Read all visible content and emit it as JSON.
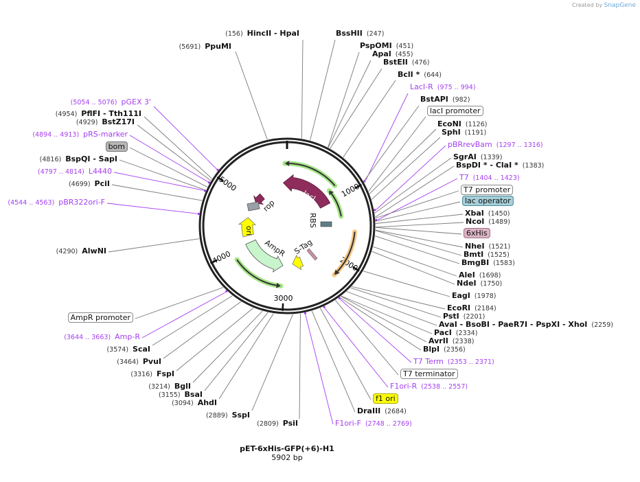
{
  "credit": {
    "prefix": "Created by",
    "brand": "SnapGene"
  },
  "map": {
    "title": "pET-6xHis-GFP(+6)-H1",
    "length": "5902 bp",
    "length_bp": 5902,
    "ticks": [
      "1000",
      "2000",
      "3000",
      "4000",
      "5000"
    ]
  },
  "inner_features": {
    "lacI": "lacI",
    "rop": "rop",
    "ori": "ori",
    "AmpR": "AmpR",
    "RBS": "RBS",
    "S_Tag": "S-Tag"
  },
  "colors": {
    "primer": "#a43ef0",
    "lacI": "#8e2c5c",
    "ori": "#ffff00",
    "AmpR": "#c8f5cc",
    "orf_green": "#9be27a",
    "orf_orange": "#f7c27a",
    "ring": "#222222"
  },
  "right_labels": [
    {
      "type": "enzyme",
      "name": "BssHII",
      "pos": "(247)"
    },
    {
      "type": "enzyme",
      "name": "PspOMI",
      "pos": "(451)"
    },
    {
      "type": "enzyme",
      "name": "ApaI",
      "pos": "(455)"
    },
    {
      "type": "enzyme",
      "name": "BstEII",
      "pos": "(476)"
    },
    {
      "type": "enzyme",
      "name": "BclI *",
      "pos": "(644)"
    },
    {
      "type": "primer",
      "name": "LacI-R",
      "pos": "(975 .. 994)"
    },
    {
      "type": "enzyme",
      "name": "BstAPI",
      "pos": "(982)"
    },
    {
      "type": "feature",
      "name": "lacI promoter",
      "bg": "#ffffff",
      "border": "#888888"
    },
    {
      "type": "enzyme",
      "name": "EcoNI",
      "pos": "(1126)"
    },
    {
      "type": "enzyme",
      "name": "SphI",
      "pos": "(1191)"
    },
    {
      "type": "primer",
      "name": "pBRrevBam",
      "pos": "(1297 .. 1316)"
    },
    {
      "type": "enzyme",
      "name": "SgrAI",
      "pos": "(1339)"
    },
    {
      "type": "enzyme",
      "name": "BspDI *  - ClaI *",
      "pos": "(1383)"
    },
    {
      "type": "primer",
      "name": "T7",
      "pos": "(1404 .. 1423)"
    },
    {
      "type": "feature",
      "name": "T7 promoter",
      "bg": "#ffffff",
      "border": "#888888"
    },
    {
      "type": "feature",
      "name": "lac operator",
      "bg": "#a6cfd8",
      "border": "#4b8c9b"
    },
    {
      "type": "enzyme",
      "name": "XbaI",
      "pos": "(1450)"
    },
    {
      "type": "enzyme",
      "name": "NcoI",
      "pos": "(1489)"
    },
    {
      "type": "feature",
      "name": "6xHis",
      "bg": "#dcb4c4",
      "border": "#a07088"
    },
    {
      "type": "enzyme",
      "name": "NheI",
      "pos": "(1521)"
    },
    {
      "type": "enzyme",
      "name": "BmtI",
      "pos": "(1525)"
    },
    {
      "type": "enzyme",
      "name": "BmgBI",
      "pos": "(1583)"
    },
    {
      "type": "enzyme",
      "name": "AleI",
      "pos": "(1698)"
    },
    {
      "type": "enzyme",
      "name": "NdeI",
      "pos": "(1750)"
    },
    {
      "type": "enzyme",
      "name": "EagI",
      "pos": "(1978)"
    },
    {
      "type": "enzyme",
      "name": "EcoRI",
      "pos": "(2184)"
    },
    {
      "type": "enzyme",
      "name": "PstI",
      "pos": "(2201)"
    },
    {
      "type": "enzyme",
      "name": "AvaI  - BsoBI  - PaeR7I  - PspXI  - XhoI",
      "pos": "(2259)"
    },
    {
      "type": "enzyme",
      "name": "PacI",
      "pos": "(2334)"
    },
    {
      "type": "enzyme",
      "name": "AvrII",
      "pos": "(2338)"
    },
    {
      "type": "enzyme",
      "name": "BlpI",
      "pos": "(2356)"
    },
    {
      "type": "primer",
      "name": "T7 Term",
      "pos": "(2353 .. 2371)"
    },
    {
      "type": "feature",
      "name": "T7 terminator",
      "bg": "#ffffff",
      "border": "#888888"
    },
    {
      "type": "primer",
      "name": "F1ori-R",
      "pos": "(2538 .. 2557)"
    },
    {
      "type": "feature",
      "name": "f1 ori",
      "bg": "#ffff00",
      "border": "#a8a800"
    },
    {
      "type": "enzyme",
      "name": "DraIII",
      "pos": "(2684)"
    },
    {
      "type": "primer",
      "name": "F1ori-F",
      "pos": "(2748 .. 2769)"
    }
  ],
  "left_labels": [
    {
      "type": "enzyme",
      "name": "HincII  - HpaI",
      "pos": "(156)"
    },
    {
      "type": "enzyme",
      "name": "PpuMI",
      "pos": "(5691)"
    },
    {
      "type": "primer",
      "name": "pGEX 3'",
      "pos": "(5054 .. 5076)"
    },
    {
      "type": "enzyme",
      "name": "PflFI  - Tth111I",
      "pos": "(4954)"
    },
    {
      "type": "enzyme",
      "name": "BstZ17I",
      "pos": "(4929)"
    },
    {
      "type": "primer",
      "name": "pRS-marker",
      "pos": "(4894 .. 4913)"
    },
    {
      "type": "feature",
      "name": "bom",
      "bg": "#b8b8b8",
      "border": "#777777"
    },
    {
      "type": "enzyme",
      "name": "BspQI  - SapI",
      "pos": "(4816)"
    },
    {
      "type": "primer",
      "name": "L4440",
      "pos": "(4797 .. 4814)"
    },
    {
      "type": "enzyme",
      "name": "PciI",
      "pos": "(4699)"
    },
    {
      "type": "primer",
      "name": "pBR322ori-F",
      "pos": "(4544 .. 4563)"
    },
    {
      "type": "enzyme",
      "name": "AlwNI",
      "pos": "(4290)"
    },
    {
      "type": "feature",
      "name": "AmpR promoter",
      "bg": "#ffffff",
      "border": "#888888"
    },
    {
      "type": "primer",
      "name": "Amp-R",
      "pos": "(3644 .. 3663)"
    },
    {
      "type": "enzyme",
      "name": "ScaI",
      "pos": "(3574)"
    },
    {
      "type": "enzyme",
      "name": "PvuI",
      "pos": "(3464)"
    },
    {
      "type": "enzyme",
      "name": "FspI",
      "pos": "(3316)"
    },
    {
      "type": "enzyme",
      "name": "BglI",
      "pos": "(3214)"
    },
    {
      "type": "enzyme",
      "name": "BsaI",
      "pos": "(3155)"
    },
    {
      "type": "enzyme",
      "name": "AhdI",
      "pos": "(3094)"
    },
    {
      "type": "enzyme",
      "name": "SspI",
      "pos": "(2889)"
    },
    {
      "type": "enzyme",
      "name": "PsiI",
      "pos": "(2809)"
    }
  ]
}
